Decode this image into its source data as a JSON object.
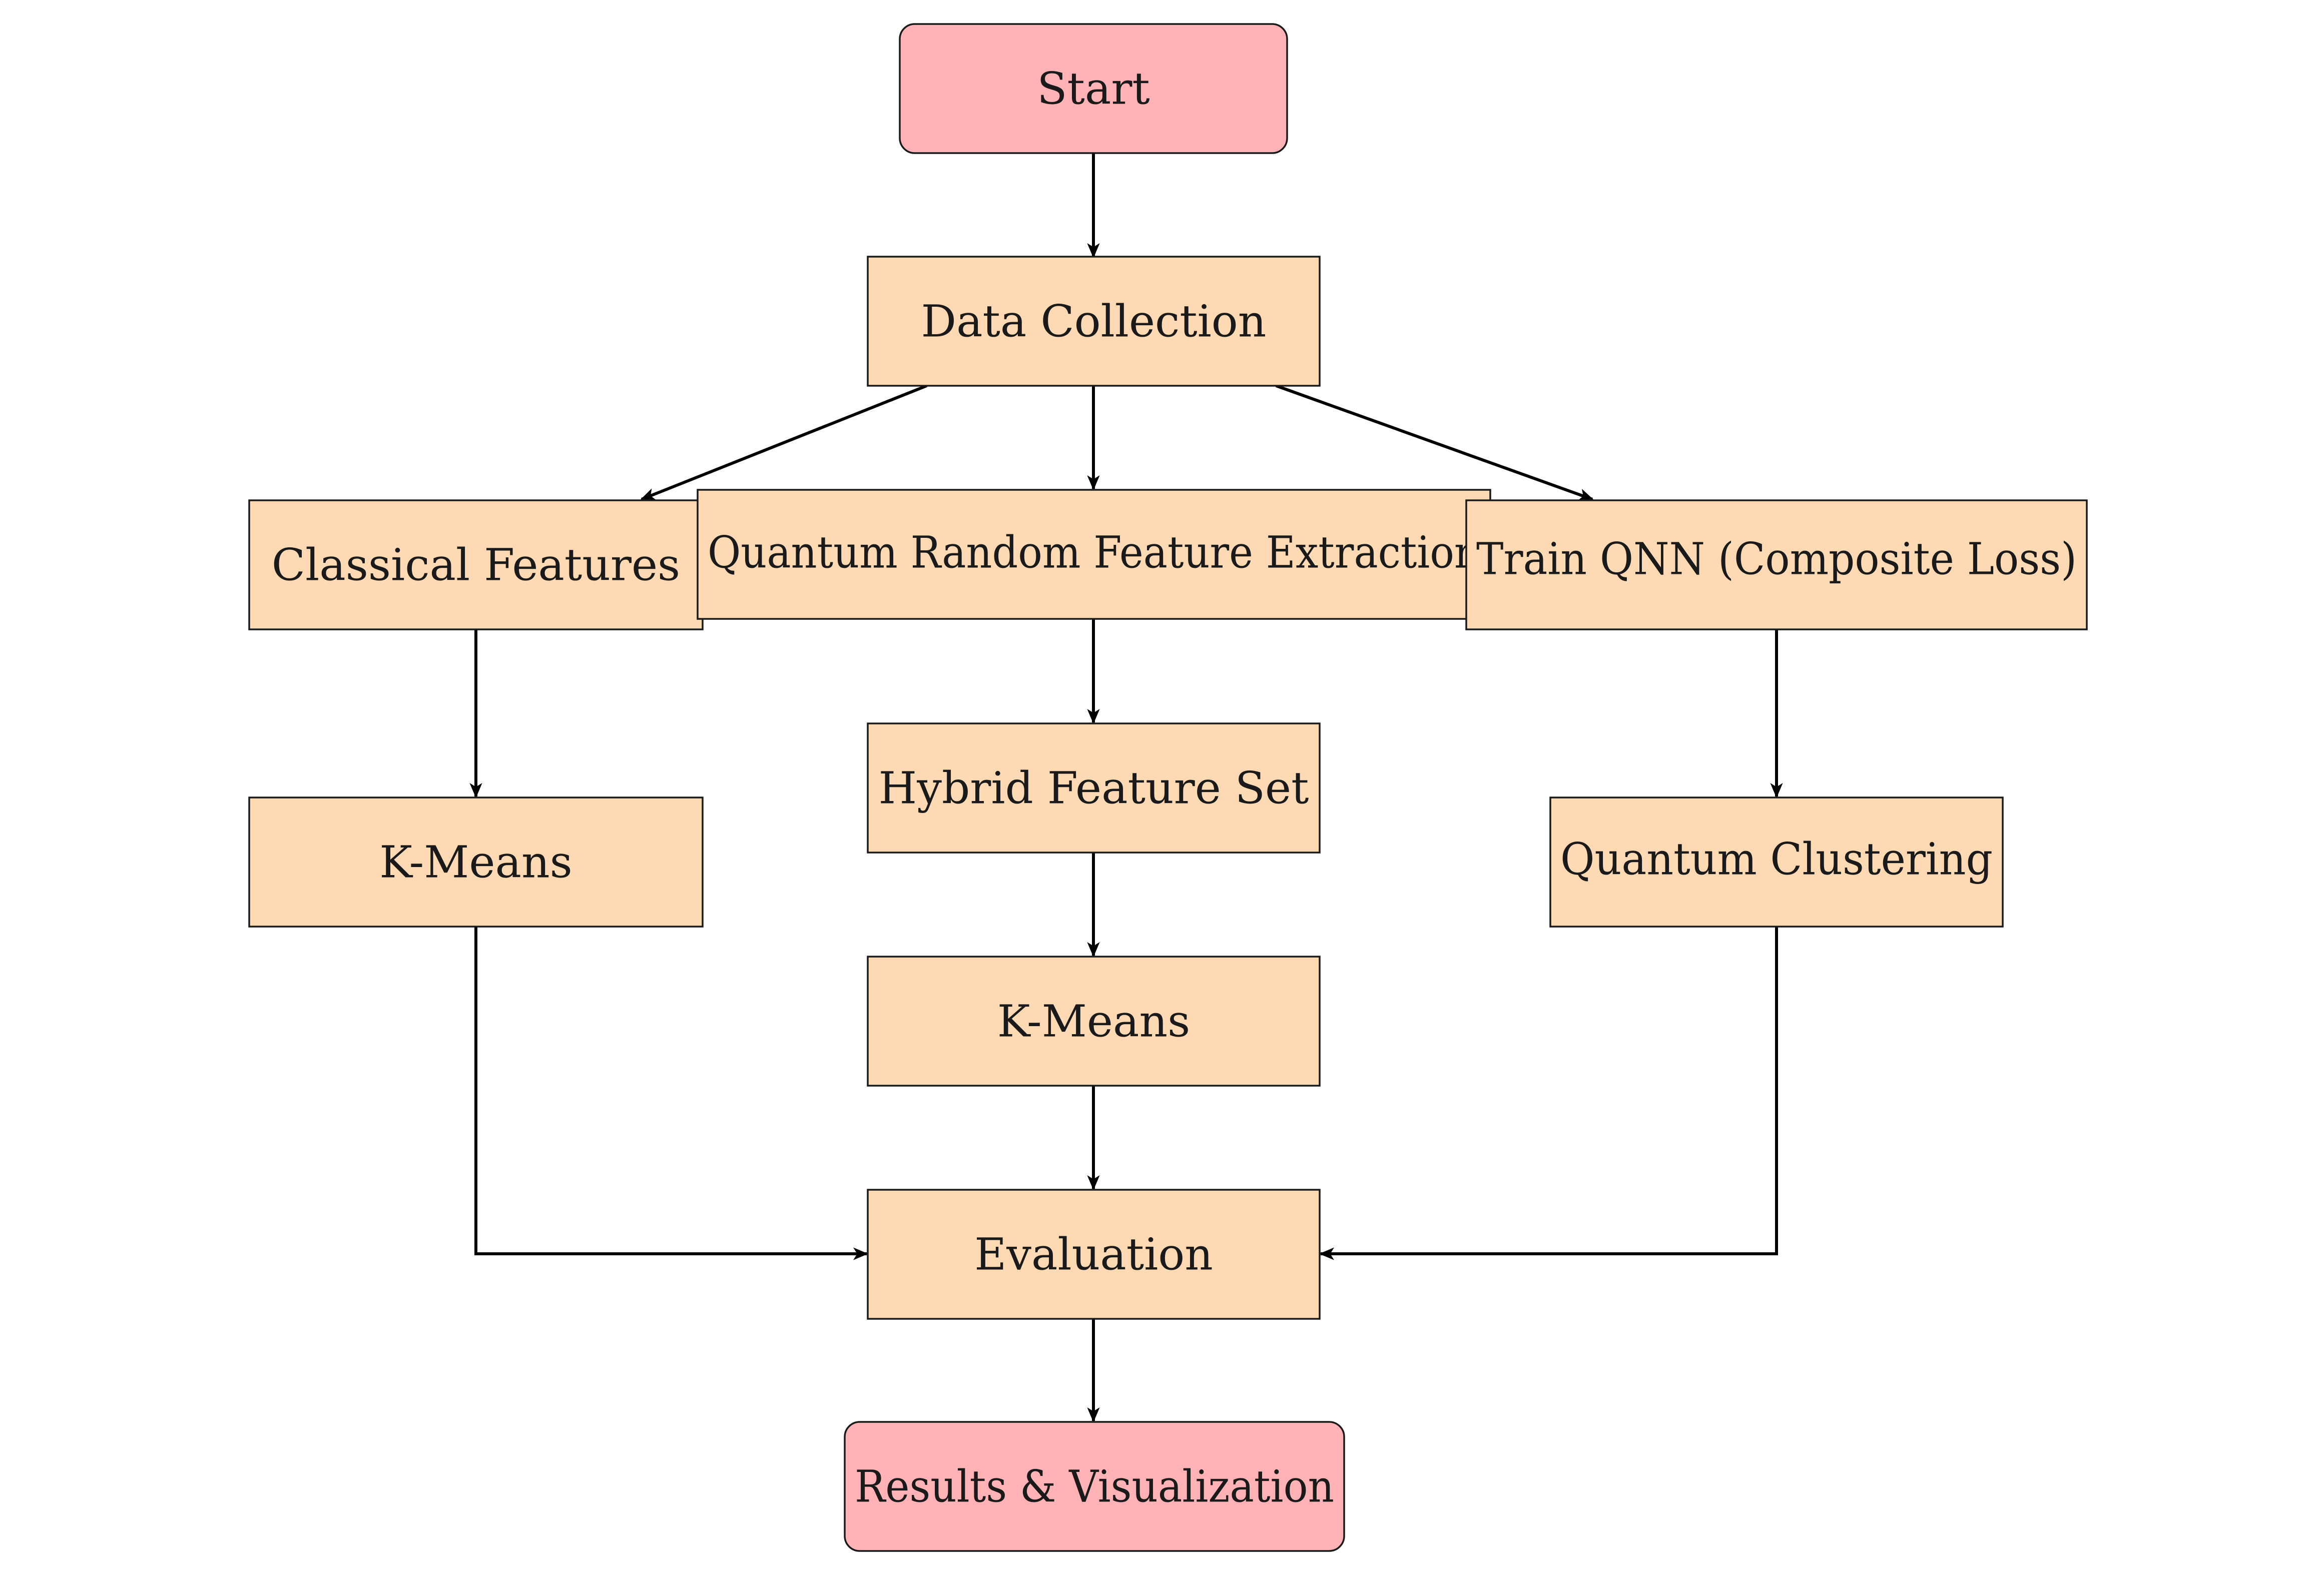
{
  "diagram": {
    "colors": {
      "terminal_fill": "#FFB3B6",
      "process_fill": "#FDDAB4",
      "stroke": "#1a1a1a",
      "edge": "#000000"
    },
    "nodes": [
      {
        "id": "start",
        "label": "Start",
        "kind": "terminal"
      },
      {
        "id": "data_collection",
        "label": "Data Collection",
        "kind": "process"
      },
      {
        "id": "classical_features",
        "label": "Classical Features",
        "kind": "process"
      },
      {
        "id": "quantum_random_feature_extraction",
        "label": "Quantum Random Feature Extraction",
        "kind": "process"
      },
      {
        "id": "train_qnn",
        "label": "Train QNN (Composite Loss)",
        "kind": "process"
      },
      {
        "id": "kmeans_left",
        "label": "K-Means",
        "kind": "process"
      },
      {
        "id": "hybrid_feature_set",
        "label": "Hybrid Feature Set",
        "kind": "process"
      },
      {
        "id": "quantum_clustering",
        "label": "Quantum Clustering",
        "kind": "process"
      },
      {
        "id": "kmeans_center",
        "label": "K-Means",
        "kind": "process"
      },
      {
        "id": "evaluation",
        "label": "Evaluation",
        "kind": "process"
      },
      {
        "id": "results_visualization",
        "label": "Results & Visualization",
        "kind": "terminal"
      }
    ],
    "edges": [
      {
        "from": "start",
        "to": "data_collection"
      },
      {
        "from": "data_collection",
        "to": "classical_features"
      },
      {
        "from": "data_collection",
        "to": "quantum_random_feature_extraction"
      },
      {
        "from": "data_collection",
        "to": "train_qnn"
      },
      {
        "from": "classical_features",
        "to": "kmeans_left"
      },
      {
        "from": "quantum_random_feature_extraction",
        "to": "hybrid_feature_set"
      },
      {
        "from": "train_qnn",
        "to": "quantum_clustering"
      },
      {
        "from": "hybrid_feature_set",
        "to": "kmeans_center"
      },
      {
        "from": "kmeans_center",
        "to": "evaluation"
      },
      {
        "from": "kmeans_left",
        "to": "evaluation"
      },
      {
        "from": "quantum_clustering",
        "to": "evaluation"
      },
      {
        "from": "evaluation",
        "to": "results_visualization"
      }
    ]
  }
}
